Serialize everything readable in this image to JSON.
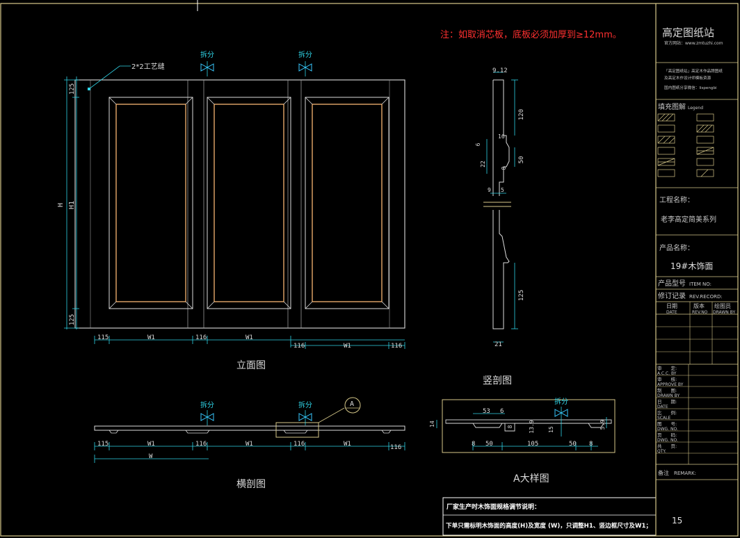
{
  "colors": {
    "background": "#000000",
    "frame": "#d7c98a",
    "panel": "#dcdcdc",
    "panel_inner": "#e6a86a",
    "dimension": "#2fd3e6",
    "accent_cyan": "#38c8ff",
    "note_red": "#ff3030",
    "title_text": "#d8d8d8",
    "title_label": "#c8c8c8"
  },
  "note": "注：如取消芯板，底板必须加厚到≥12mm。",
  "split_label": "拆分",
  "craft_seam_label": "2*2工艺缝",
  "views": {
    "elevation_title": "立面图",
    "vertical_section_title": "竖剖图",
    "horizontal_section_title": "横剖图",
    "detail_title": "A大样图",
    "detail_marker": "A"
  },
  "elevation_dims": {
    "total_height": "H",
    "inner_height": "H1",
    "top_rail": "125",
    "bottom_rail": "125",
    "stile_left": "115",
    "stile_mid_1": "116",
    "stile_mid_2": "116",
    "stile_right": "116",
    "panel_width": "W1"
  },
  "vertical_section_dims": {
    "top": "9.12",
    "d120": "120",
    "d16": "16",
    "d6": "6",
    "d22": "22",
    "d50": "50",
    "d8": "8",
    "d9": "9",
    "d5": "5",
    "d125": "125",
    "d21": "21"
  },
  "horizontal_section_dims": {
    "stile_left": "115",
    "stile_mid_1": "116",
    "stile_mid_2": "116",
    "stile_right": "116",
    "panel_width": "W1",
    "total_width": "W"
  },
  "detail_dims": {
    "d14": "14",
    "d53": "53",
    "d6": "6",
    "d8a": "8",
    "d139": "13.9",
    "d15": "15",
    "d50a": "50",
    "d105": "105",
    "d50b": "50",
    "d8b": "8",
    "d59": "5.9"
  },
  "footer_note": {
    "title": "厂家生产时木饰面规格调节说明：",
    "line": "下单只需标明木饰面的高度(H)及宽度 (W)，只调整H1、竖边框尺寸及W1；"
  },
  "title_block": {
    "brand": "高定图纸站",
    "website": "官方网站：www.zmtuzhi.com",
    "info_1": "「高定图纸站」高定木作品牌图纸",
    "info_2": "及高定木作设计师模板资源",
    "info_3": "国内图纸分享微信：lispengbi",
    "legend_label": "填充图解",
    "legend_label_en": "Legend",
    "project_label": "工程名称：",
    "project_name": "老李高定简美系列",
    "product_label": "产品名称：",
    "product_name": "19#木饰面",
    "item_no_label": "产品型号",
    "item_no_en": "ITEM NO:",
    "revision_label": "修订记录",
    "revision_en": "REV.RECORD:",
    "col_date": "日期",
    "col_date_en": "DATE",
    "col_rev": "版本",
    "col_rev_en": "REV.NO",
    "col_drawn": "绘图员",
    "col_drawn_en": "DRAWN BY",
    "approve_label": "审　　定:",
    "approve_en": "A.C.C. BY",
    "check_label": "审　　核:",
    "check_en": "APPROVE BY",
    "drawn_label": "制　　图:",
    "drawn_en": "DRAWN BY",
    "date_label": "日　　期:",
    "date_en": "DATE",
    "scale_label": "比　　例:",
    "scale_en": "SCALE",
    "dwg1_label": "图　　号:",
    "dwg1_en": "DWG. NO.",
    "dwg2_label": "页　　码:",
    "dwg2_en": "DWG. NO.",
    "qty_label": "共　　页:",
    "qty_en": "QTY.",
    "remark_label": "备注",
    "remark_en": "REMARK:",
    "page_number": "15"
  }
}
